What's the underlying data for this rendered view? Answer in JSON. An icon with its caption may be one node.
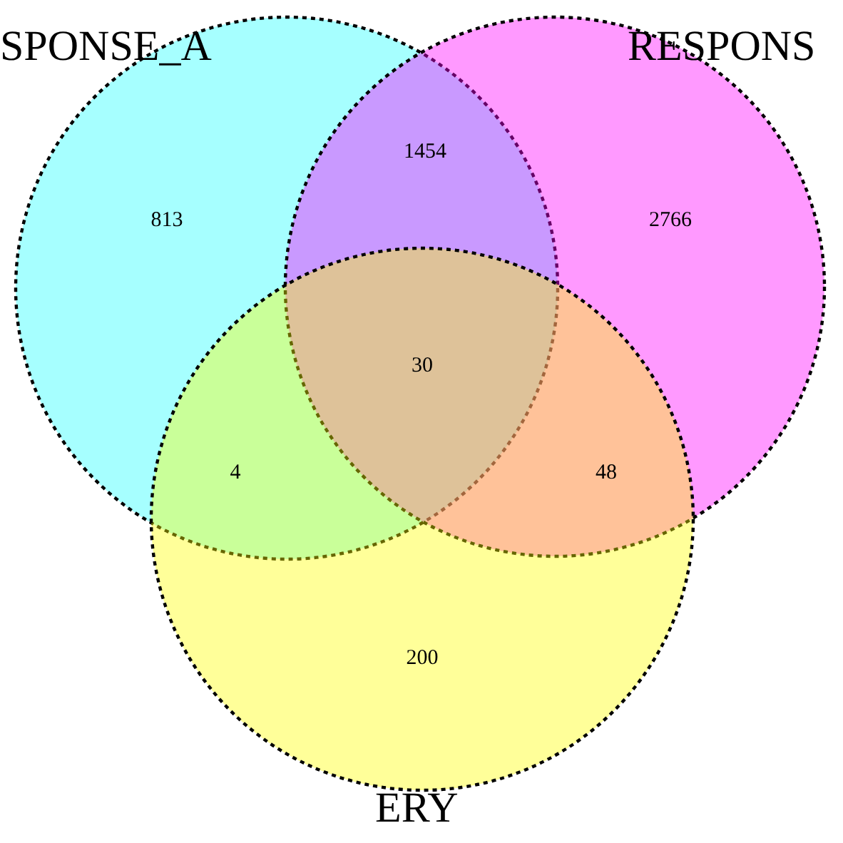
{
  "diagram": {
    "nodes": [
      {
        "text": [
          "SPONSE_A"
        ]
      },
      {
        "text": [
          "RESPONS"
        ]
      },
      {
        "text": [
          "ERY"
        ]
      }
    ],
    "labels": [
      "1454",
      "813",
      "2766",
      "30",
      "4",
      "48",
      "200"
    ]
  }
}
